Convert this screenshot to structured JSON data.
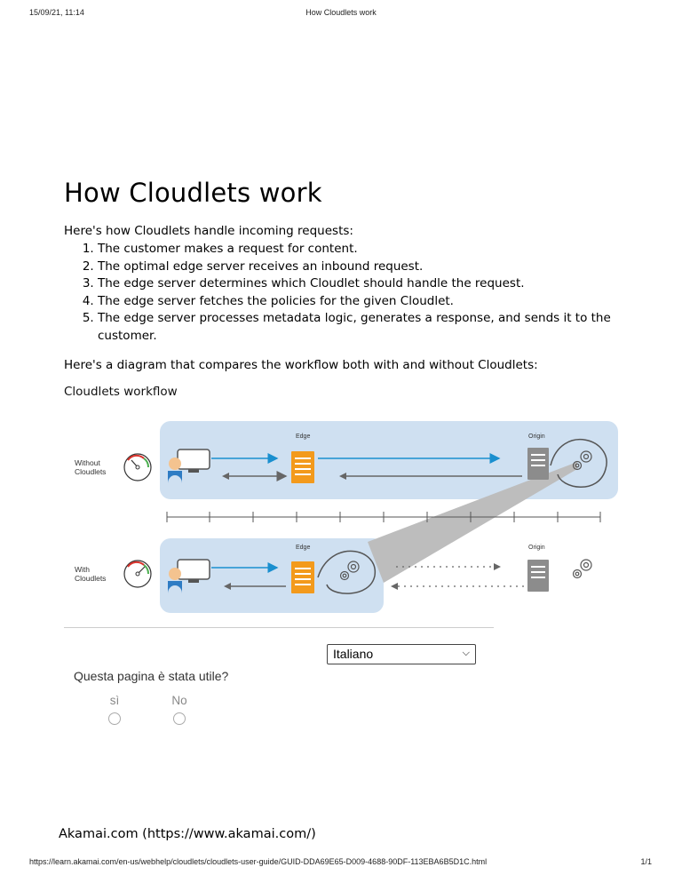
{
  "print_header": {
    "date": "15/09/21, 11:14",
    "title": "How Cloudlets work"
  },
  "page": {
    "heading": "How Cloudlets work",
    "intro": "Here's how Cloudlets handle incoming requests:",
    "steps": [
      "The customer makes a request for content.",
      "The optimal edge server receives an inbound request.",
      "The edge server determines which Cloudlet should handle the request.",
      "The edge server fetches the policies for the given Cloudlet.",
      "The edge server processes metadata logic, generates a response, and sends it to the customer."
    ],
    "compare_text": "Here's a diagram that compares the workflow both with and without Cloudlets:",
    "figure_title": "Cloudlets workflow"
  },
  "diagram": {
    "top_row_label_1": "Without",
    "top_row_label_2": "Cloudlets",
    "bottom_row_label_1": "With",
    "bottom_row_label_2": "Cloudlets",
    "edge_label_top": "Edge",
    "origin_label_top": "Origin",
    "edge_label_bottom": "Edge",
    "origin_label_bottom": "Origin",
    "colors": {
      "panel": "#cfe0f1",
      "server_edge": "#f39a1c",
      "server_origin": "#8c8c8c",
      "arrow_blue": "#1a8fcf",
      "arrow_gray": "#666666"
    }
  },
  "language_select": {
    "value": "Italiano"
  },
  "feedback": {
    "question": "Questa pagina è stata utile?",
    "yes": "sì",
    "no": "No"
  },
  "footer_link": "Akamai.com (https://www.akamai.com/)",
  "print_footer": {
    "url": "https://learn.akamai.com/en-us/webhelp/cloudlets/cloudlets-user-guide/GUID-DDA69E65-D009-4688-90DF-113EBA6B5D1C.html",
    "pages": "1/1"
  }
}
